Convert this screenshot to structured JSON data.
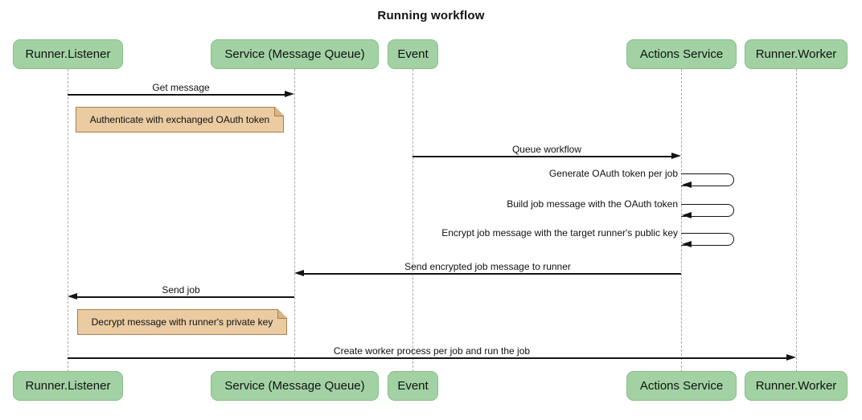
{
  "title": "Running workflow",
  "diagram_type": "sequence",
  "colors": {
    "participant_fill": "#a2d2a4",
    "participant_border": "#86bd88",
    "note_fill": "#ebcba2",
    "note_border": "#a6824e",
    "lifeline": "#a8a8a8",
    "arrow": "#141414",
    "background": "#ffffff"
  },
  "participants": [
    {
      "label": "Runner.Listener"
    },
    {
      "label": "Service (Message Queue)"
    },
    {
      "label": "Event"
    },
    {
      "label": "Actions Service"
    },
    {
      "label": "Runner.Worker"
    }
  ],
  "messages": [
    {
      "type": "arrow",
      "from": "Runner.Listener",
      "to": "Service (Message Queue)",
      "text": "Get message"
    },
    {
      "type": "note",
      "over": "Runner.Listener / Service (Message Queue)",
      "text": "Authenticate with exchanged OAuth token"
    },
    {
      "type": "arrow",
      "from": "Event",
      "to": "Actions Service",
      "text": "Queue workflow"
    },
    {
      "type": "self",
      "actor": "Actions Service",
      "text": "Generate OAuth token per job"
    },
    {
      "type": "self",
      "actor": "Actions Service",
      "text": "Build job message with the OAuth token"
    },
    {
      "type": "self",
      "actor": "Actions Service",
      "text": "Encrypt job message with the target runner's public key"
    },
    {
      "type": "arrow",
      "from": "Actions Service",
      "to": "Service (Message Queue)",
      "text": "Send encrypted job message to runner"
    },
    {
      "type": "arrow",
      "from": "Service (Message Queue)",
      "to": "Runner.Listener",
      "text": "Send job"
    },
    {
      "type": "note",
      "over": "Runner.Listener / Service (Message Queue)",
      "text": "Decrypt message with runner's private key"
    },
    {
      "type": "arrow",
      "from": "Runner.Listener",
      "to": "Runner.Worker",
      "text": "Create worker process per job and run the job"
    }
  ]
}
